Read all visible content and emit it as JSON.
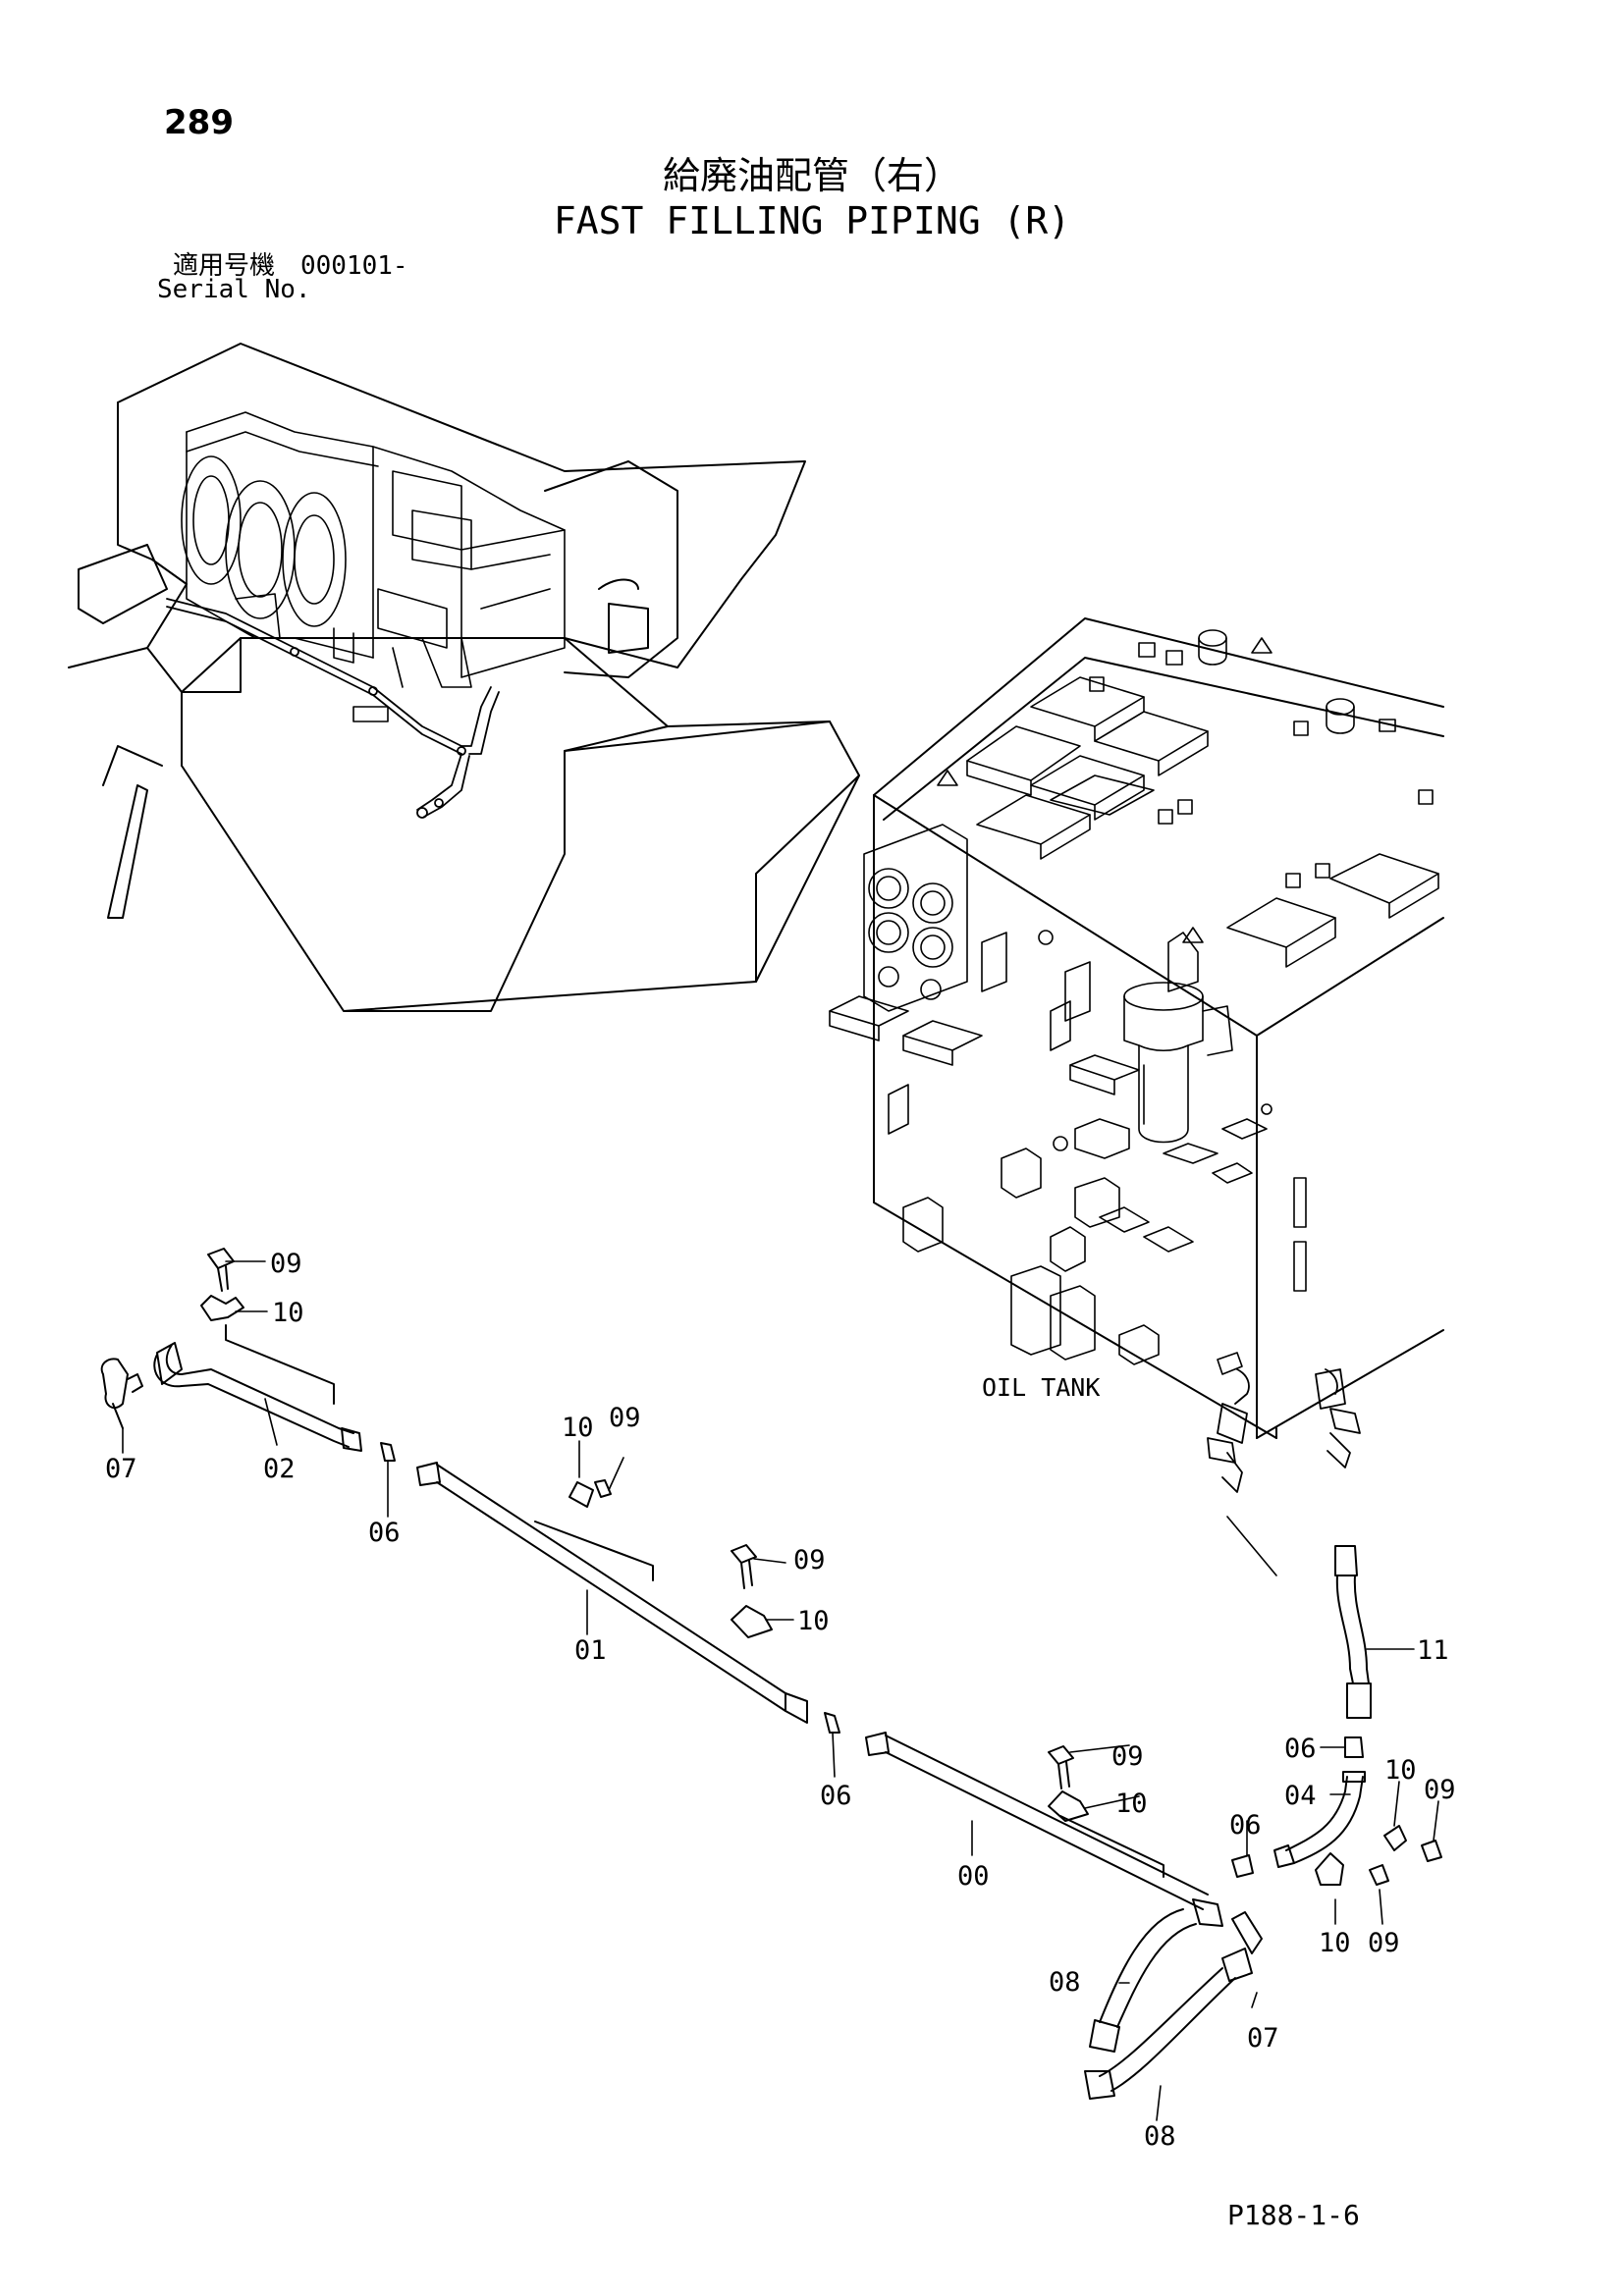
{
  "header": {
    "page_number": "289",
    "title_ja": "給廃油配管（右）",
    "title_en": "FAST FILLING PIPING (R)",
    "serial_label_ja": "適用号機　000101-",
    "serial_label_en": "Serial No."
  },
  "labels": {
    "oil_tank": "OIL TANK"
  },
  "callouts": [
    "09",
    "10",
    "07",
    "02",
    "06",
    "10",
    "09",
    "01",
    "09",
    "10",
    "06",
    "09",
    "10",
    "00",
    "11",
    "06",
    "04",
    "10",
    "09",
    "06",
    "08",
    "10",
    "09",
    "07",
    "08"
  ],
  "footer": {
    "drawing_code": "P188-1-6"
  }
}
